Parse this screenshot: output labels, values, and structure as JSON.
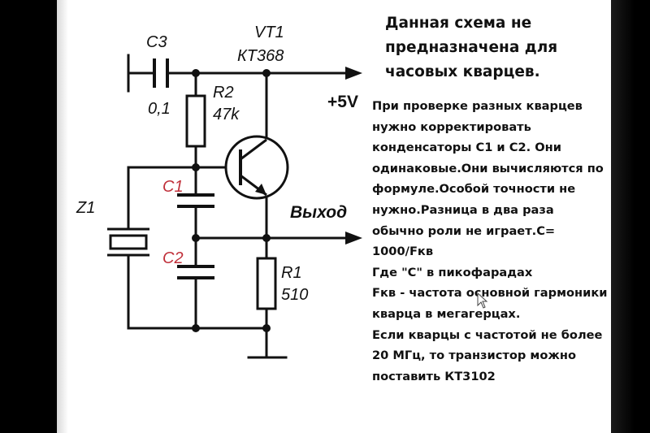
{
  "schematic": {
    "transistor": {
      "ref": "VT1",
      "part": "КТ368"
    },
    "c3": {
      "ref": "C3",
      "value": "0,1"
    },
    "r2": {
      "ref": "R2",
      "value": "47k"
    },
    "c1": {
      "ref": "C1"
    },
    "c2": {
      "ref": "C2"
    },
    "r1": {
      "ref": "R1",
      "value": "510"
    },
    "z1": {
      "ref": "Z1"
    },
    "supply": "+5V",
    "output": "Выход",
    "colors": {
      "wire": "#111111",
      "cap_label": "#c0303a"
    }
  },
  "text": {
    "title": "Данная схема не предназначена для часовых кварцев.",
    "paragraphs": [
      "При проверке разных кварцев нужно корректировать конденсаторы C1 и C2. Они одинаковые.Они вычисляются по формуле.Особой точности не нужно.Разница в два раза обычно роли не играет.C= 1000/Fкв",
      "Где \"С\" в пикофарадах",
      "Fкв - частота основной гармоники кварца в мегагерцах.",
      "Если кварцы с частотой не более 20 МГц, то транзистор можно поставить КТ3102"
    ]
  }
}
